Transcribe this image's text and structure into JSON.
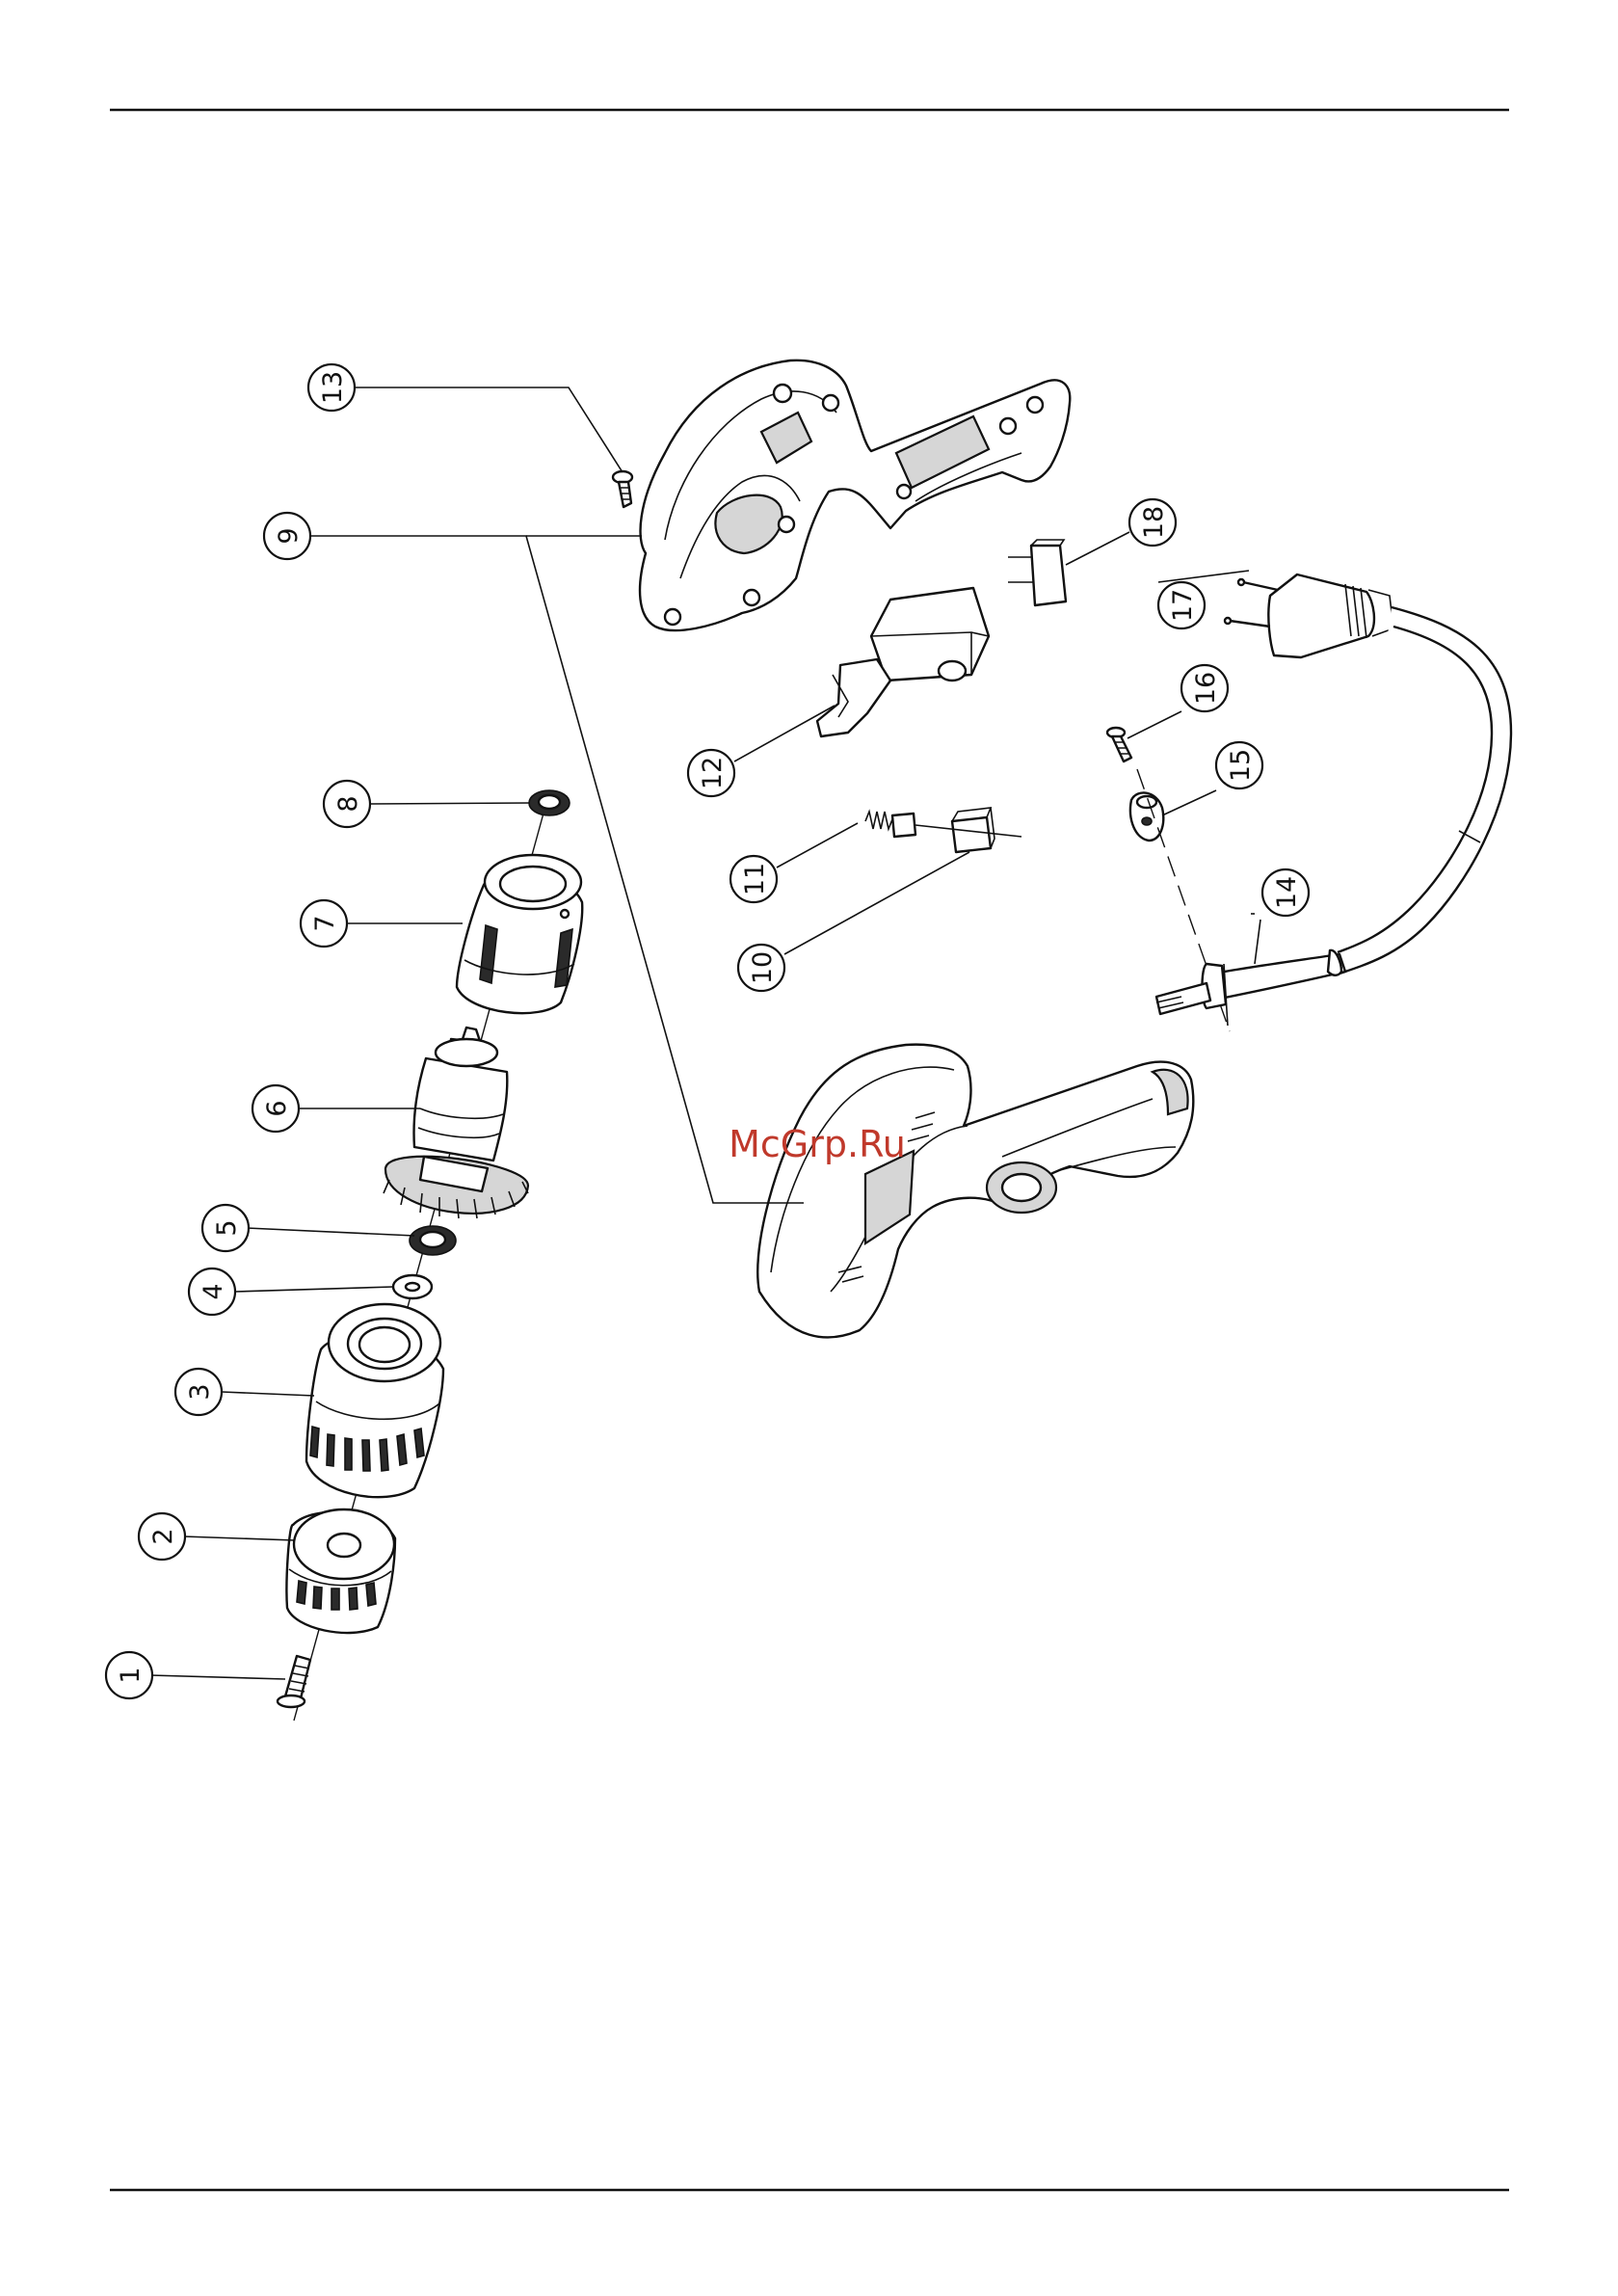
{
  "watermark": "McGrp.Ru",
  "callouts": [
    {
      "id": "1",
      "label": "1"
    },
    {
      "id": "2",
      "label": "2"
    },
    {
      "id": "3",
      "label": "3"
    },
    {
      "id": "4",
      "label": "4"
    },
    {
      "id": "5",
      "label": "5"
    },
    {
      "id": "6",
      "label": "6"
    },
    {
      "id": "7",
      "label": "7"
    },
    {
      "id": "8",
      "label": "8"
    },
    {
      "id": "9",
      "label": "9"
    },
    {
      "id": "10",
      "label": "10"
    },
    {
      "id": "11",
      "label": "11"
    },
    {
      "id": "12",
      "label": "12"
    },
    {
      "id": "13",
      "label": "13"
    },
    {
      "id": "14",
      "label": "14"
    },
    {
      "id": "15",
      "label": "15"
    },
    {
      "id": "16",
      "label": "16"
    },
    {
      "id": "17",
      "label": "17"
    },
    {
      "id": "18",
      "label": "18"
    }
  ]
}
